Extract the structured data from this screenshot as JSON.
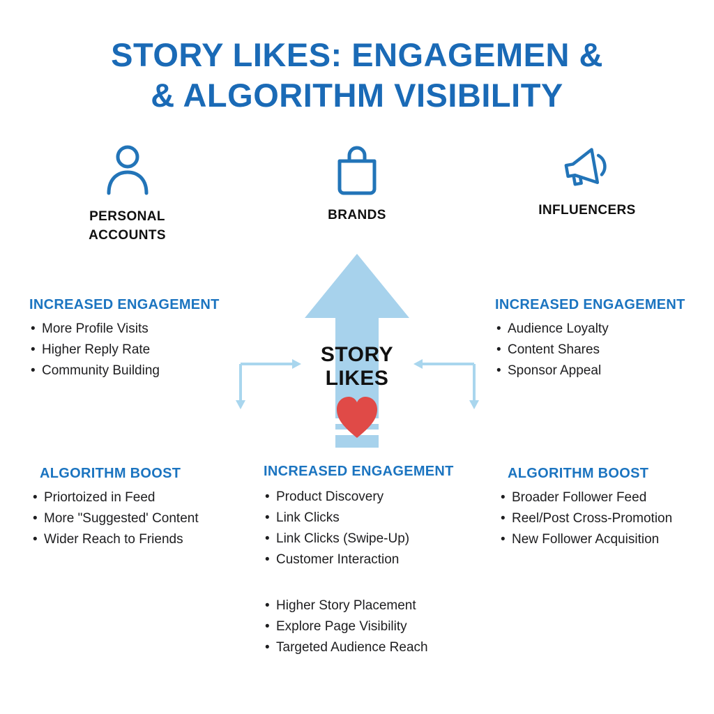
{
  "title": {
    "line1": "STORY LIKES: ENGAGEMEN &",
    "line2": "& ALGORITHM VISIBILITY"
  },
  "audiences": [
    {
      "icon": "person-icon",
      "label": "PERSONAL ACCOUNTS"
    },
    {
      "icon": "shopping-bag-icon",
      "label": "BRANDS"
    },
    {
      "icon": "megaphone-icon",
      "label": "INFLUENCERS"
    }
  ],
  "center": {
    "label_line1": "STORY",
    "label_line2": "LIKES",
    "icon": "heart-icon"
  },
  "sections": {
    "left_top": {
      "heading": "INCREASED ENGAGEMENT",
      "items": [
        "More Profile Visits",
        "Higher Reply Rate",
        "Community Building"
      ]
    },
    "right_top": {
      "heading": "INCREASED ENGAGEMENT",
      "items": [
        "Audience Loyalty",
        "Content Shares",
        "Sponsor Appeal"
      ]
    },
    "left_bottom": {
      "heading": "ALGORITHM BOOST",
      "items": [
        "Priortoized in Feed",
        "More \"Suggested' Content",
        "Wider Reach to Friends"
      ]
    },
    "center_bottom": {
      "heading": "INCREASED ENGAGEMENT",
      "items": [
        "Product Discovery",
        "Link Clicks",
        "Link Clicks (Swipe-Up)",
        "Customer Interaction"
      ],
      "items2": [
        "Higher Story Placement",
        "Explore Page Visibility",
        "Targeted Audience Reach"
      ]
    },
    "right_bottom": {
      "heading": "ALGORITHM BOOST",
      "items": [
        "Broader Follower Feed",
        "Reel/Post Cross-Promotion",
        "New Follower Acquisition"
      ]
    }
  },
  "colors": {
    "title_blue": "#1a6ab6",
    "heading_blue": "#1b74c0",
    "icon_blue": "#2274b8",
    "arrow_blue": "#a7d2ec",
    "connector_blue": "#a9d6ee",
    "heart_red": "#e04a47",
    "text_dark": "#1d1d1f"
  }
}
